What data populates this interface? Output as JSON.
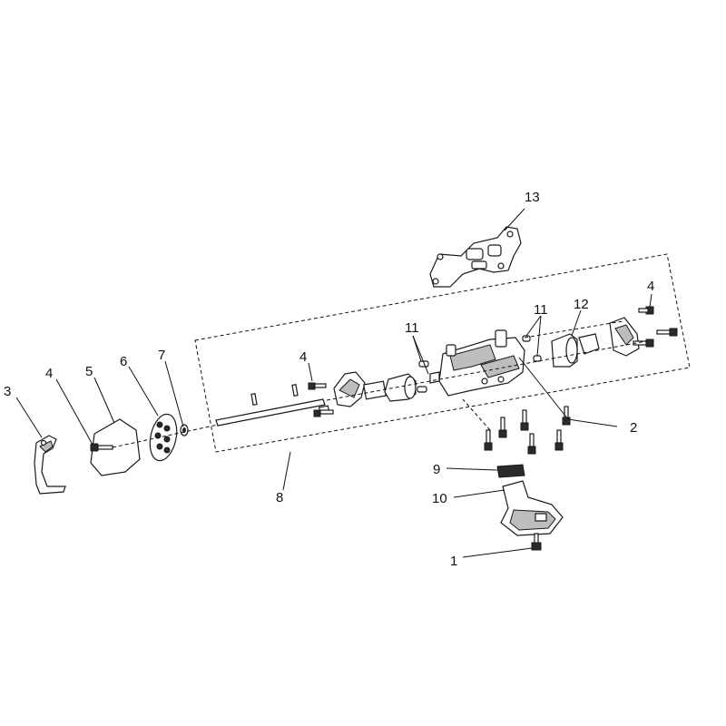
{
  "callouts": {
    "c1": "1",
    "c2": "2",
    "c3": "3",
    "c4_left": "4",
    "c4_mid": "4",
    "c4_right": "4",
    "c5": "5",
    "c6": "6",
    "c7": "7",
    "c8": "8",
    "c9": "9",
    "c10": "10",
    "c11_left": "11",
    "c11_right": "11",
    "c12": "12",
    "c13": "13"
  },
  "colors": {
    "line": "#1a1a1a",
    "fill": "#ffffff",
    "shade": "#bdbdbd"
  }
}
